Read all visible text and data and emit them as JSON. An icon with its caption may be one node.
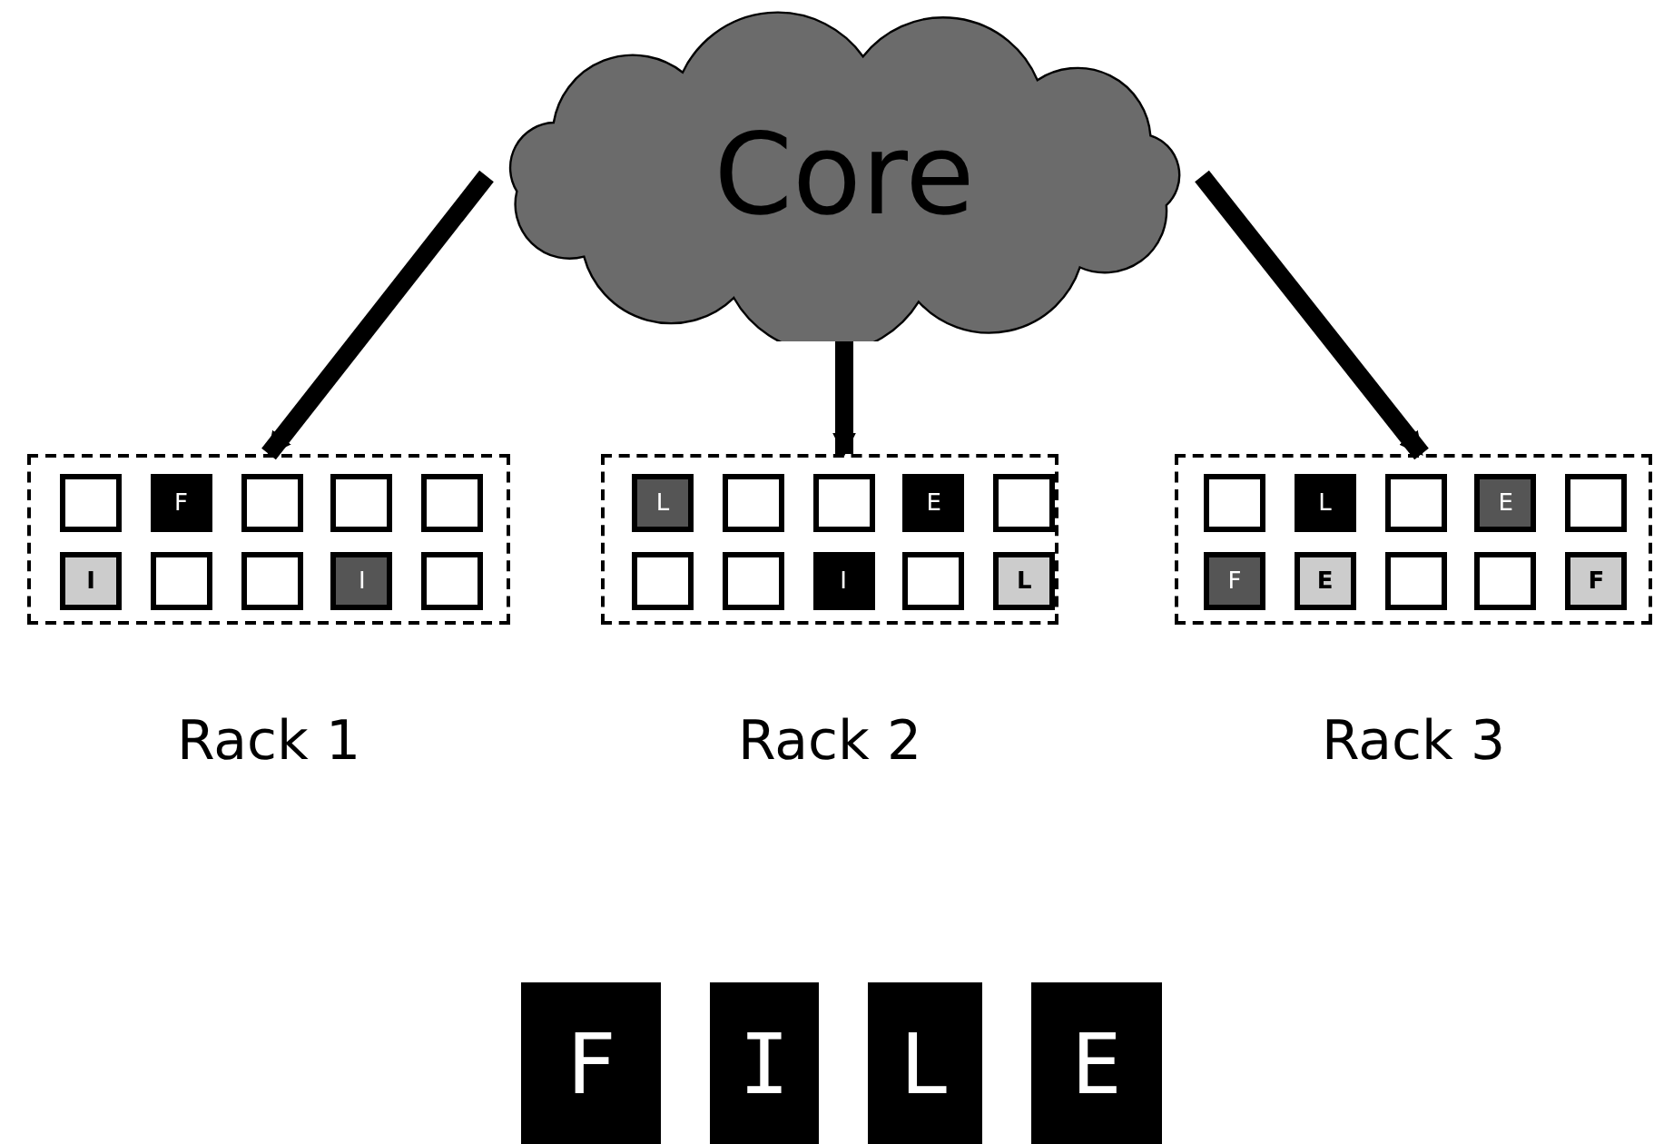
{
  "diagram": {
    "nodes": [
      {
        "text": [
          "Core"
        ]
      },
      {
        "text": [],
        "shape": "box",
        "beside": [
          "Rack 1"
        ]
      },
      {
        "text": [],
        "shape": "box",
        "in": 1
      },
      {
        "text": [
          "F"
        ],
        "in": 1
      },
      {
        "text": [],
        "shape": "box",
        "in": 1
      },
      {
        "text": [],
        "shape": "box",
        "in": 1
      },
      {
        "text": [],
        "shape": "box",
        "in": 1
      },
      {
        "text": [
          "I"
        ],
        "in": 1
      },
      {
        "text": [],
        "shape": "box",
        "in": 1
      },
      {
        "text": [],
        "shape": "box",
        "in": 1
      },
      {
        "text": [
          "I"
        ],
        "in": 1
      },
      {
        "text": [],
        "shape": "box",
        "in": 1
      },
      {
        "text": [],
        "shape": "box",
        "beside": [
          "Rack 2"
        ]
      },
      {
        "text": [
          "L"
        ],
        "in": 12
      },
      {
        "text": [],
        "shape": "box",
        "in": 12
      },
      {
        "text": [],
        "shape": "box",
        "in": 12
      },
      {
        "text": [
          "E"
        ],
        "in": 12
      },
      {
        "text": [],
        "shape": "box",
        "in": 12
      },
      {
        "text": [],
        "shape": "box",
        "in": 12
      },
      {
        "text": [],
        "shape": "box",
        "in": 12
      },
      {
        "text": [
          "I"
        ],
        "in": 12
      },
      {
        "text": [],
        "shape": "box",
        "in": 12
      },
      {
        "text": [
          "L"
        ],
        "in": 12
      },
      {
        "text": [],
        "shape": "box",
        "beside": [
          "Rack 3"
        ]
      },
      {
        "text": [],
        "shape": "box",
        "in": 23
      },
      {
        "text": [
          "L"
        ],
        "in": 23
      },
      {
        "text": [],
        "shape": "box",
        "in": 23
      },
      {
        "text": [
          "E"
        ],
        "in": 23
      },
      {
        "text": [],
        "shape": "box",
        "in": 23
      },
      {
        "text": [
          "F"
        ],
        "in": 23
      },
      {
        "text": [
          "E"
        ],
        "in": 23
      },
      {
        "text": [],
        "shape": "box",
        "in": 23
      },
      {
        "text": [],
        "shape": "box",
        "in": 23
      },
      {
        "text": [
          "F"
        ],
        "in": 23
      },
      {
        "text": [
          "F"
        ]
      },
      {
        "text": [
          "I"
        ]
      },
      {
        "text": [
          "L"
        ]
      },
      {
        "text": [
          "E"
        ]
      }
    ],
    "edges": [
      {
        "from": 0,
        "to": 1,
        "arrow": "to"
      },
      {
        "from": 0,
        "to": 12,
        "arrow": "to"
      },
      {
        "from": 0,
        "to": 23,
        "arrow": "to"
      }
    ]
  }
}
